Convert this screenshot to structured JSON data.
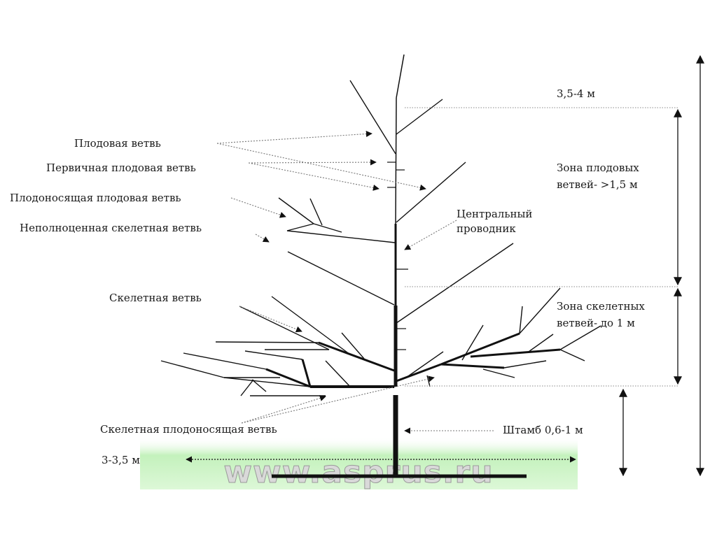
{
  "labels": {
    "fruit_branch": "Плодовая ветвь",
    "primary_fruit_branch": "Первичная плодовая ветвь",
    "bearing_fruit_branch": "Плодоносящая плодовая ветвь",
    "incomplete_skeletal_branch": "Неполноценная скелетная ветвь",
    "skeletal_branch": "Скелетная ветвь",
    "skeletal_bearing_branch": "Скелетная плодоносящая ветвь",
    "central_leader_line1": "Центральный",
    "central_leader_line2": "проводник",
    "fruit_zone_line1": "Зона плодовых",
    "fruit_zone_line2": "ветвей-  >1,5 м",
    "skeletal_zone_line1": "Зона скелетных",
    "skeletal_zone_line2": "ветвей-  до 1 м",
    "trunk": "Штамб 0,6-1 м",
    "tree_height": "3,5-4 м",
    "crown_width": "3-3,5 м",
    "watermark": "www.asprus.ru"
  },
  "colors": {
    "ink": "#111111",
    "leader_line": "#888888",
    "ground_glow": "#a8eaa0"
  }
}
